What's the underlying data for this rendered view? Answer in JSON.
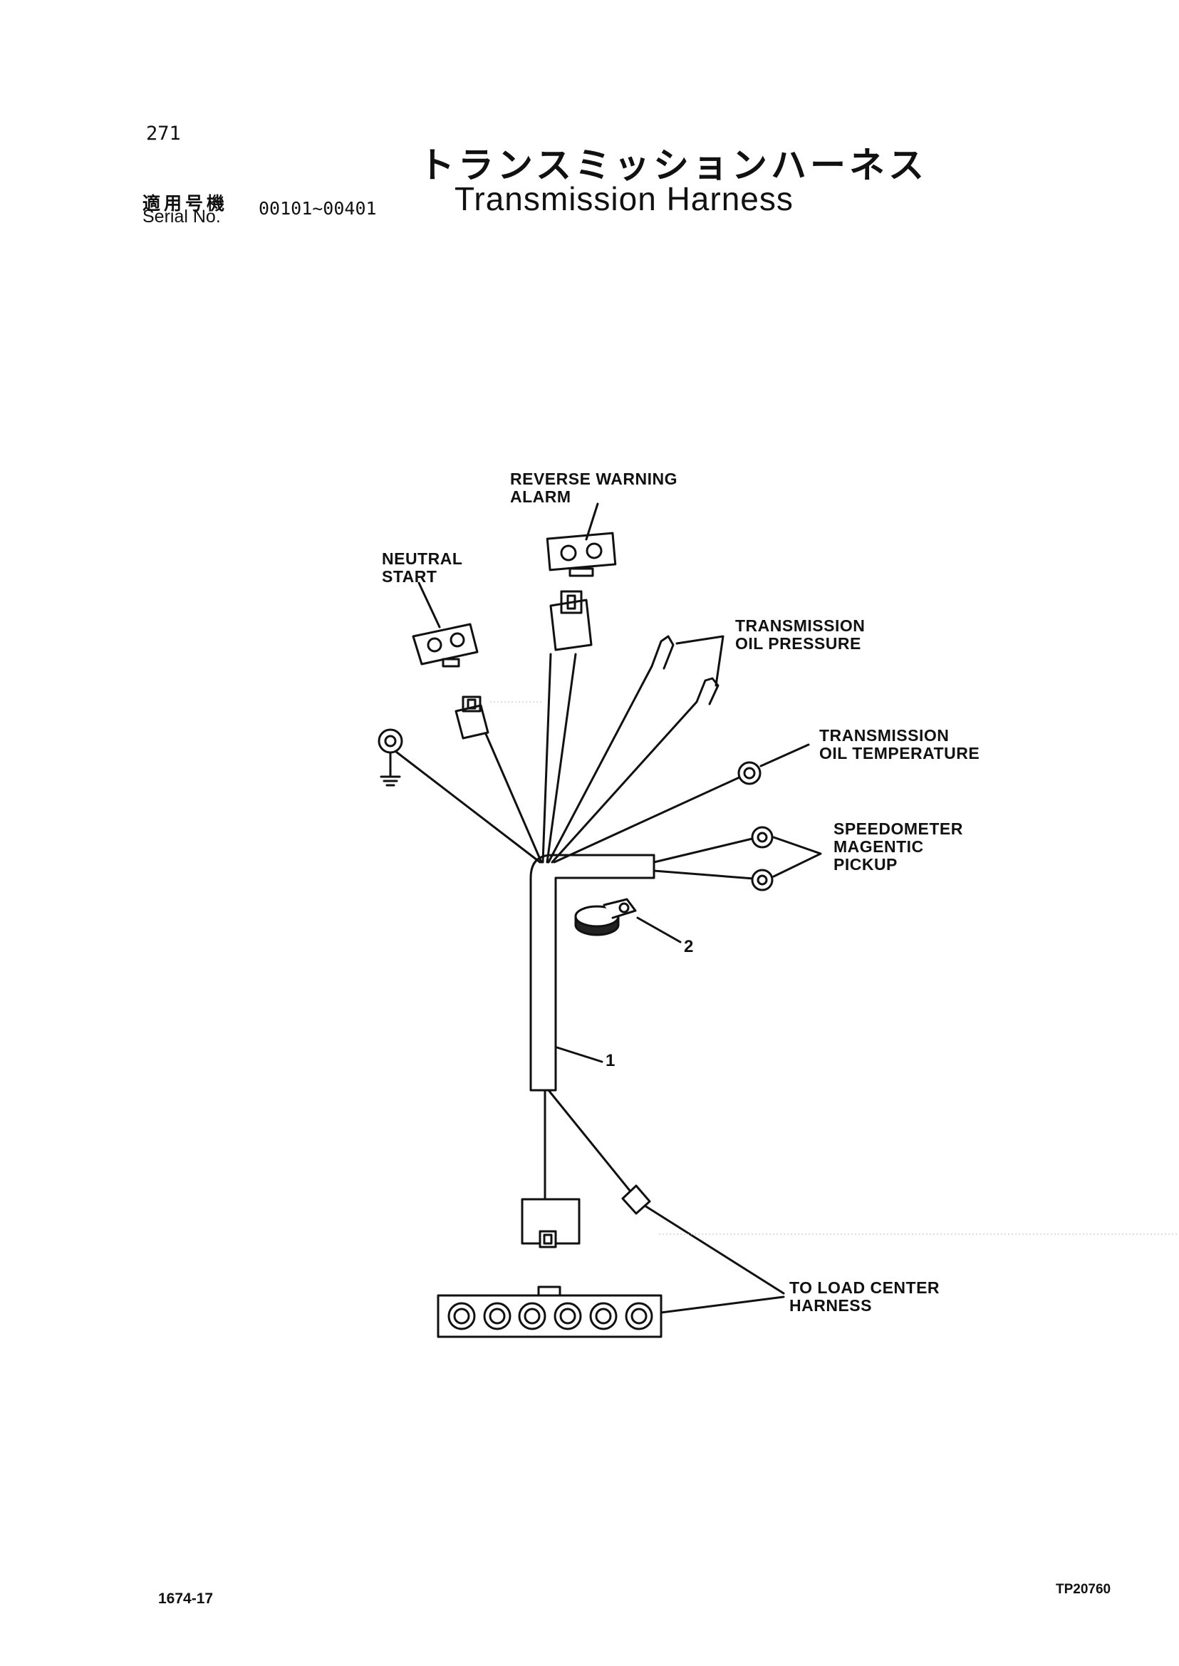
{
  "header": {
    "page_number": "271",
    "title_jp": "トランスミッションハーネス",
    "title_en": "Transmission Harness",
    "serial_label_jp": "適用号機",
    "serial_label_en": "Serial No.",
    "serial_range": "00101~00401"
  },
  "diagram": {
    "labels": {
      "reverse_warning_1": "REVERSE WARNING",
      "reverse_warning_2": "ALARM",
      "neutral_start_1": "NEUTRAL",
      "neutral_start_2": "START",
      "oil_pressure_1": "TRANSMISSION",
      "oil_pressure_2": "OIL PRESSURE",
      "oil_temp_1": "TRANSMISSION",
      "oil_temp_2": "OIL TEMPERATURE",
      "speedometer_1": "SPEEDOMETER",
      "speedometer_2": "MAGENTIC",
      "speedometer_3": "PICKUP",
      "load_center_1": "TO LOAD CENTER",
      "load_center_2": "HARNESS"
    },
    "part_numbers": {
      "harness": "1",
      "clamp": "2"
    }
  },
  "footer": {
    "document_code": "1674-17",
    "drawing_code": "TP20760"
  }
}
